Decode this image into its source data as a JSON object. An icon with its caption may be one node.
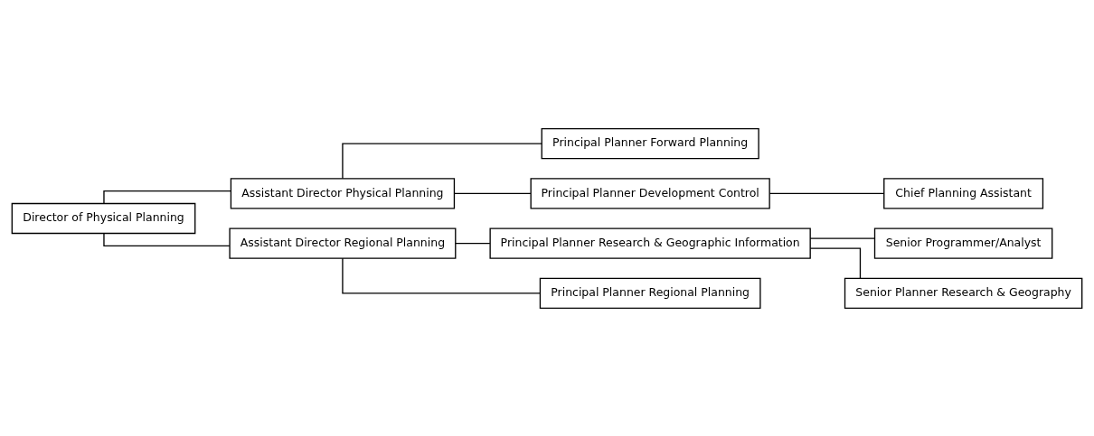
{
  "diagram": {
    "nodes": [
      {
        "text": [
          "Director of Physical Planning"
        ]
      },
      {
        "text": [
          "Assistant Director Physical Planning"
        ]
      },
      {
        "text": [
          "Principal Planner Forward Planning"
        ]
      },
      {
        "text": [
          "Principal Planner Development Control"
        ]
      },
      {
        "text": [
          "Chief Planning Assistant"
        ]
      },
      {
        "text": [
          "Assistant Director Regional Planning"
        ]
      },
      {
        "text": [
          "Principal Planner Research & Geographic Information"
        ]
      },
      {
        "text": [
          "Senior Programmer/Analyst"
        ]
      },
      {
        "text": [
          "Senior Planner Research & Geography"
        ]
      },
      {
        "text": [
          "Principal Planner Regional Planning"
        ]
      }
    ],
    "edges": [
      {
        "from": 0,
        "to": 1,
        "arrow": "none"
      },
      {
        "from": 0,
        "to": 5,
        "arrow": "none"
      },
      {
        "from": 1,
        "to": 2,
        "arrow": "none"
      },
      {
        "from": 1,
        "to": 3,
        "arrow": "none"
      },
      {
        "from": 3,
        "to": 4,
        "arrow": "none"
      },
      {
        "from": 5,
        "to": 6,
        "arrow": "none"
      },
      {
        "from": 5,
        "to": 9,
        "arrow": "none"
      },
      {
        "from": 6,
        "to": 7,
        "arrow": "none"
      },
      {
        "from": 6,
        "to": 8,
        "arrow": "none"
      }
    ]
  }
}
